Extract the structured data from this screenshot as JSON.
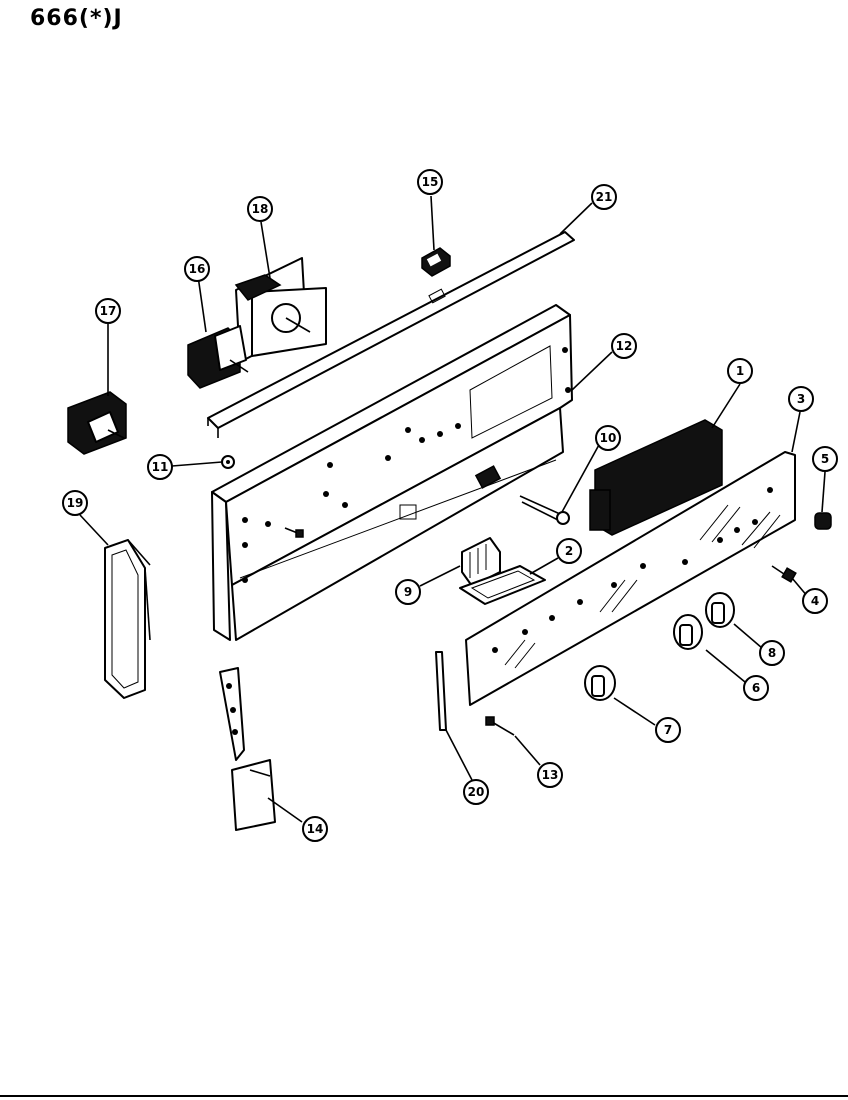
{
  "title": "666(*)J",
  "callouts": [
    {
      "id": "1",
      "label": "1"
    },
    {
      "id": "2",
      "label": "2"
    },
    {
      "id": "3",
      "label": "3"
    },
    {
      "id": "4",
      "label": "4"
    },
    {
      "id": "5",
      "label": "5"
    },
    {
      "id": "6",
      "label": "6"
    },
    {
      "id": "7",
      "label": "7"
    },
    {
      "id": "8",
      "label": "8"
    },
    {
      "id": "9",
      "label": "9"
    },
    {
      "id": "10",
      "label": "10"
    },
    {
      "id": "11",
      "label": "11"
    },
    {
      "id": "12",
      "label": "12"
    },
    {
      "id": "13",
      "label": "13"
    },
    {
      "id": "14",
      "label": "14"
    },
    {
      "id": "15",
      "label": "15"
    },
    {
      "id": "16",
      "label": "16"
    },
    {
      "id": "17",
      "label": "17"
    },
    {
      "id": "18",
      "label": "18"
    },
    {
      "id": "19",
      "label": "19"
    },
    {
      "id": "20",
      "label": "20"
    },
    {
      "id": "21",
      "label": "21"
    }
  ]
}
